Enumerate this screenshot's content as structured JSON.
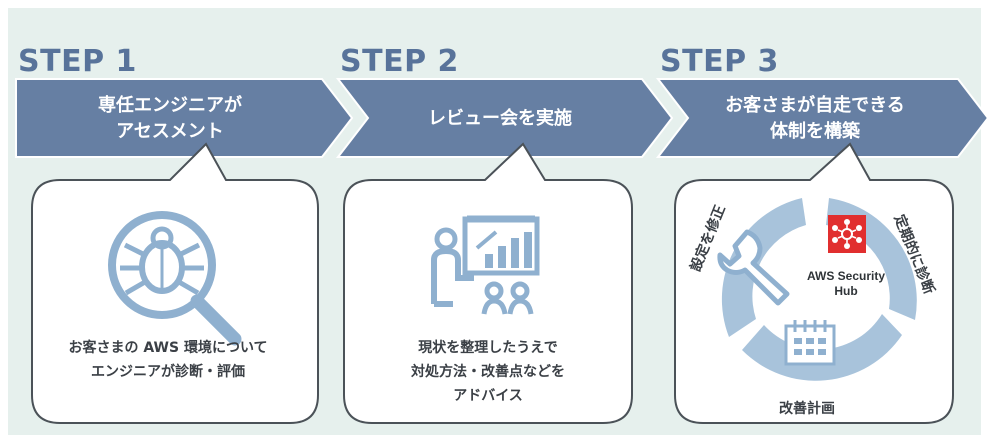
{
  "steps": [
    {
      "title": "STEP 1",
      "arrow_lines": [
        "専任エンジニアが",
        "アセスメント"
      ],
      "icon": "magnifier-bug-icon",
      "desc_lines": [
        "お客さまの AWS 環境について",
        "エンジニアが診断・評価"
      ]
    },
    {
      "title": "STEP 2",
      "arrow_lines": [
        "レビュー会を実施"
      ],
      "icon": "presentation-chart-icon",
      "desc_lines": [
        "現状を整理したうえで",
        "対処方法・改善点などを",
        "アドバイス"
      ]
    },
    {
      "title": "STEP 3",
      "arrow_lines": [
        "お客さまが自走できる",
        "体制を構築"
      ],
      "icon": "improvement-cycle-icon",
      "cycle": {
        "left_label": "設定を修正",
        "right_label": "定期的に診断",
        "bottom_label": "改善計画",
        "hub_line1": "AWS Security",
        "hub_line2": "Hub"
      }
    }
  ],
  "colors": {
    "background": "#e6f0ed",
    "arrow": "#667fa3",
    "step_title": "#58739a",
    "icon": "#8fb0cf",
    "cycle": "#a8c3db",
    "hub_red": "#e12f2f"
  }
}
